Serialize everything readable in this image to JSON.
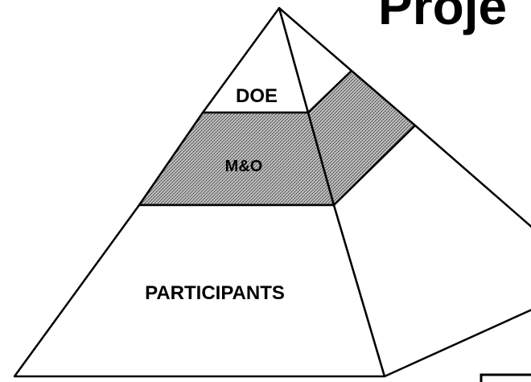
{
  "title_fragment": "Proje",
  "tiers": {
    "top": "DOE",
    "middle": "M&O",
    "bottom": "PARTICIPANTS"
  },
  "colors": {
    "line": "#000000",
    "fill": "#ffffff",
    "shade": "#9a9a9a"
  }
}
